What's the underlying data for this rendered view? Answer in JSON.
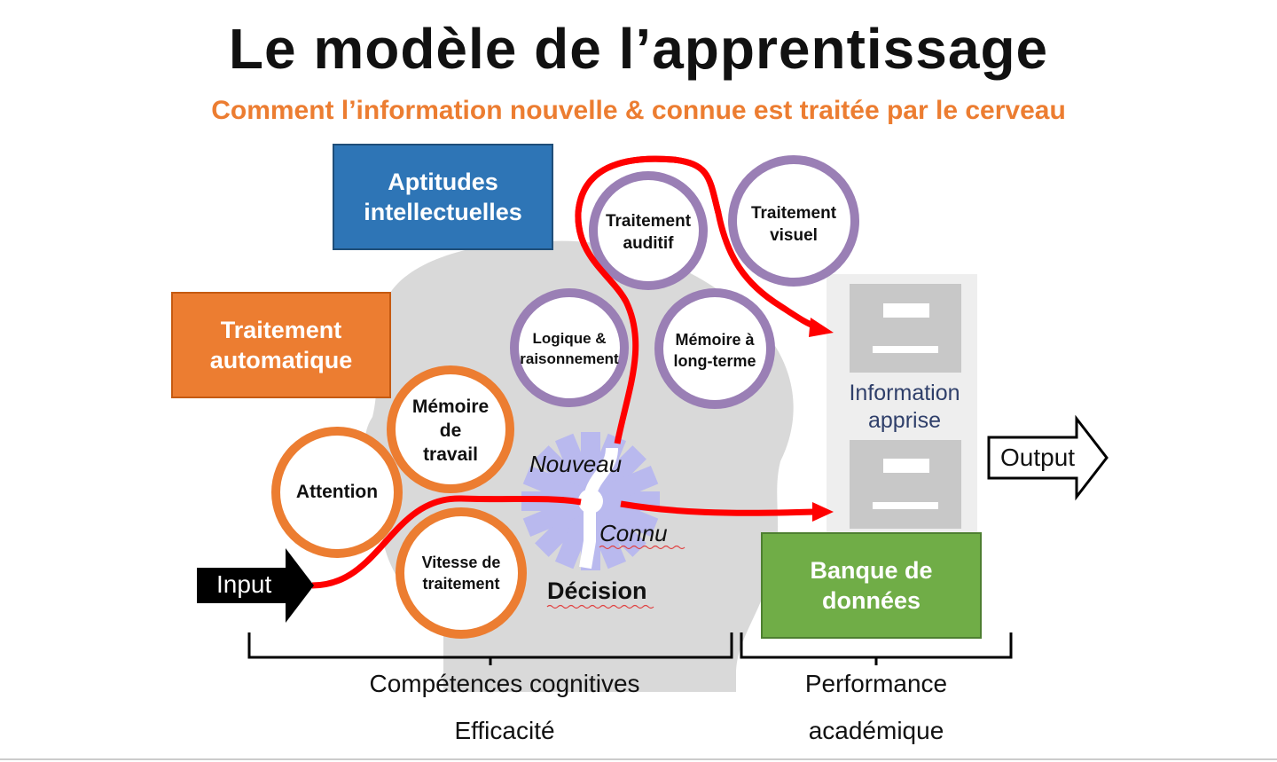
{
  "title": "Le modèle de l’apprentissage",
  "subtitle": "Comment l’information nouvelle & connue est traitée par le cerveau",
  "boxes": {
    "aptitudes": "Aptitudes intellectuelles",
    "traitement_auto": "Traitement automatique",
    "banque": "Banque de données"
  },
  "circles": {
    "attention": "Attention",
    "memoire_travail": "Mémoire de travail",
    "vitesse": "Vitesse de traitement",
    "logique": "Logique & raisonnement",
    "auditif": "Traitement auditif",
    "visuel": "Traitement visuel",
    "long_terme": "Mémoire à long-terme"
  },
  "labels": {
    "nouveau": "Nouveau",
    "connu": "Connu",
    "decision": "Décision",
    "information_apprise": "Information apprise",
    "input": "Input",
    "output": "Output",
    "competences": "Compétences cognitives",
    "efficacite": "Efficacité",
    "performance": "Performance",
    "academique": "académique"
  },
  "colors": {
    "orange": "#ec7d31",
    "purple": "#9a7fb5",
    "blue": "#2e75b6",
    "green": "#70ad47",
    "red": "#ff0000",
    "gear": "#b9b9ee",
    "head": "#d9d9d9"
  }
}
